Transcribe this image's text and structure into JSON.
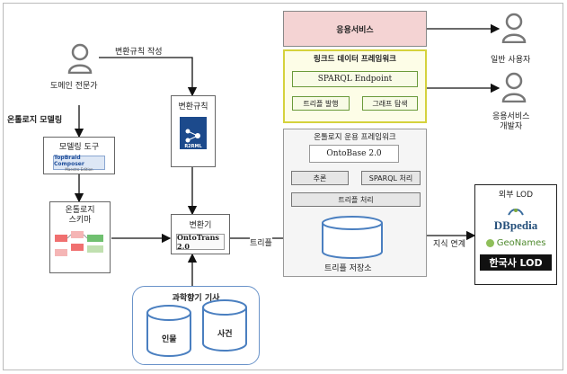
{
  "domain_experts": {
    "domain_expert_label": "도메인 전문가",
    "rule_writing_label": "변환규칙 작성",
    "ontology_modeling_label": "온톨로지 모델링"
  },
  "modeling_tool": {
    "title": "모델링 도구",
    "logo_text": "TopBraid Composer",
    "logo_sub": "Maestro Edition"
  },
  "ontology_schema": {
    "title_line1": "온톨로지",
    "title_line2": "스키마"
  },
  "conversion_rule": {
    "title": "변환규칙",
    "icon_text": "R2RML"
  },
  "converter": {
    "title": "변환기",
    "engine": "OntoTrans 2.0"
  },
  "science_articles": {
    "title": "과학향기 기사",
    "db1": "인물",
    "db2": "사건"
  },
  "application_service": {
    "title": "응용서비스"
  },
  "linked_data_framework": {
    "title": "링크드 데이터 프레임워크",
    "endpoint": "SPARQL Endpoint",
    "triple_publish": "트리플 발행",
    "graph_explore": "그래프 탐색"
  },
  "ontology_framework": {
    "title": "온톨로지 운용 프레임워크",
    "engine": "OntoBase 2.0",
    "reasoning": "추론",
    "sparql_processing": "SPARQL 처리",
    "triple_processing": "트리플 처리",
    "triple_store": "트리플 저장소"
  },
  "edges": {
    "triple": "트리플",
    "knowledge_link": "지식 연계"
  },
  "users": {
    "general_user": "일반 사용자",
    "dev_line1": "응용서비스",
    "dev_line2": "개발자"
  },
  "external_lod": {
    "title": "외부 LOD",
    "dbpedia": "DBpedia",
    "geonames": "GeoNames",
    "korean_history": "한국사 LOD"
  }
}
